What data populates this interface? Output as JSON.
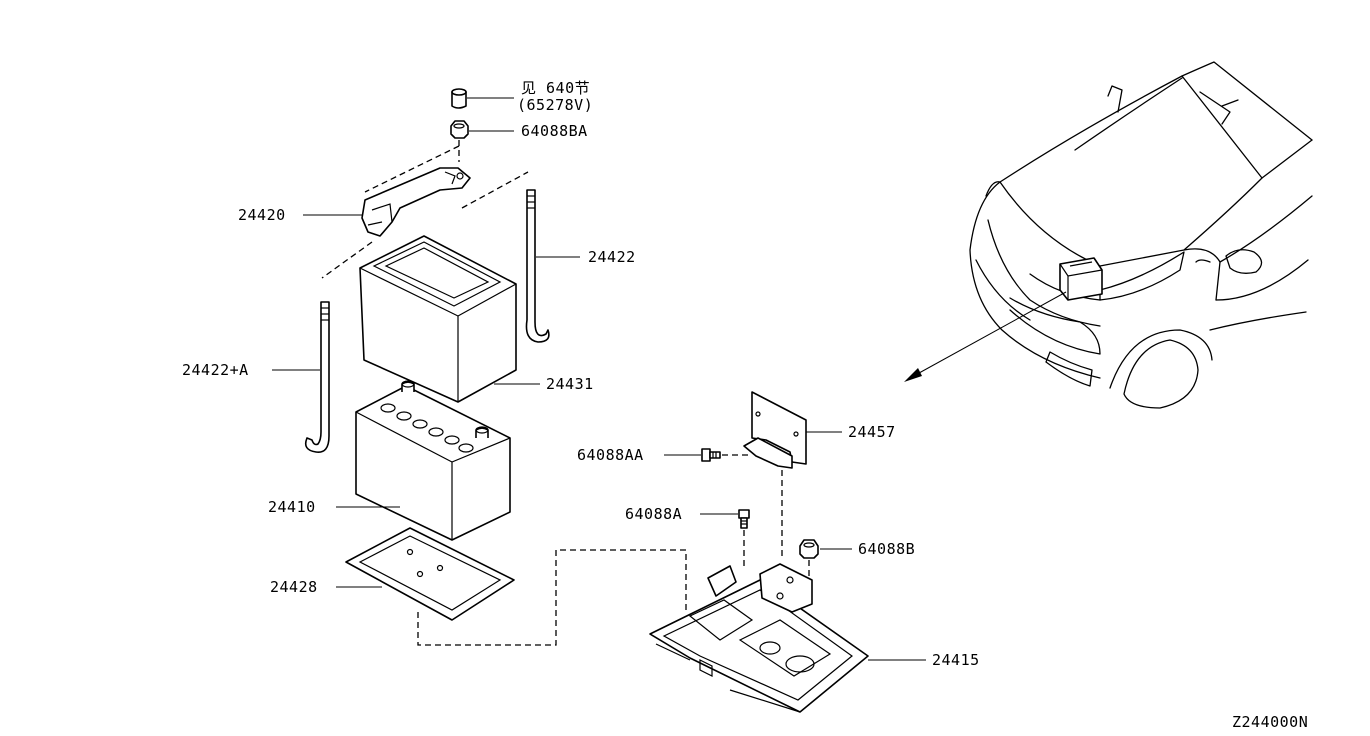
{
  "callouts": {
    "ref_line1": "见 640节",
    "ref_line2": "(65278V)",
    "nut_64088BA": "64088BA",
    "clamp_24420": "24420",
    "rod_24422": "24422",
    "rod_24422A": "24422+A",
    "cover_24431": "24431",
    "battery_24410": "24410",
    "pad_24428": "24428",
    "bracket_24457": "24457",
    "bolt_64088AA": "64088AA",
    "bolt_64088A": "64088A",
    "nut_64088B": "64088B",
    "tray_24415": "24415"
  },
  "diagram_code": "Z244000N"
}
